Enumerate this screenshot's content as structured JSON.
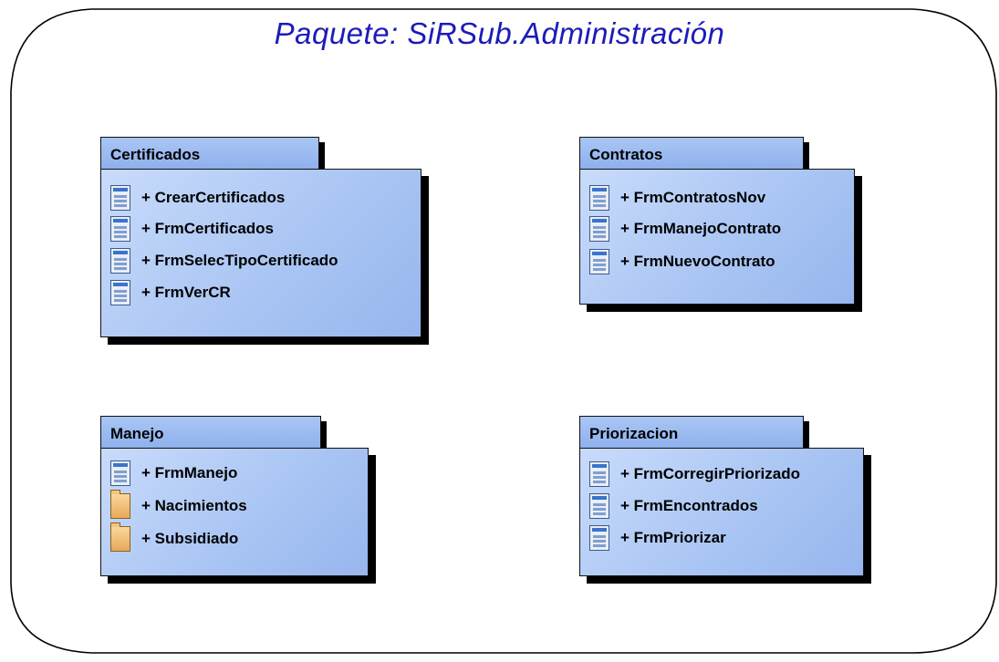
{
  "title": "Paquete: SiRSub.Administración",
  "packages": [
    {
      "name": "Certificados",
      "items": [
        {
          "label": "+ CrearCertificados",
          "icon": "form-icon"
        },
        {
          "label": "+ FrmCertificados",
          "icon": "form-icon"
        },
        {
          "label": "+ FrmSelecTipoCertificado",
          "icon": "form-icon"
        },
        {
          "label": "+ FrmVerCR",
          "icon": "form-icon"
        }
      ]
    },
    {
      "name": "Contratos",
      "items": [
        {
          "label": "+ FrmContratosNov",
          "icon": "form-icon"
        },
        {
          "label": "+ FrmManejoContrato",
          "icon": "form-icon"
        },
        {
          "label": "+ FrmNuevoContrato",
          "icon": "form-icon"
        }
      ]
    },
    {
      "name": "Manejo",
      "items": [
        {
          "label": "+ FrmManejo",
          "icon": "form-icon"
        },
        {
          "label": "+ Nacimientos",
          "icon": "folder-icon"
        },
        {
          "label": "+ Subsidiado",
          "icon": "folder-icon"
        }
      ]
    },
    {
      "name": "Priorizacion",
      "items": [
        {
          "label": "+ FrmCorregirPriorizado",
          "icon": "form-icon"
        },
        {
          "label": "+ FrmEncontrados",
          "icon": "form-icon"
        },
        {
          "label": "+ FrmPriorizar",
          "icon": "form-icon"
        }
      ]
    }
  ],
  "colors": {
    "title": "#1c1cb8",
    "package_fill": "#a8c4f3",
    "package_border": "#111111"
  }
}
